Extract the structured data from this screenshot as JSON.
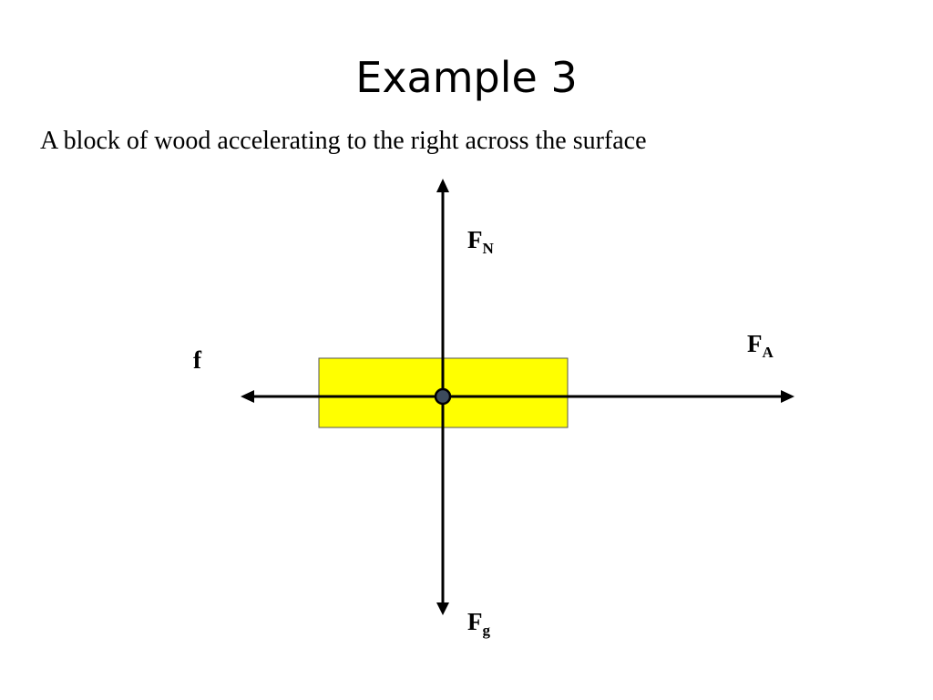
{
  "title": "Example 3",
  "subtitle": "A block of wood accelerating to the right across the surface",
  "colors": {
    "block_fill": "#ffff00",
    "block_stroke": "#555555",
    "surface": "#8a8a8a",
    "arrow": "#000000",
    "point_fill": "#3c4a5c"
  },
  "forces": {
    "normal": {
      "symbol": "F",
      "subscript": "N"
    },
    "applied": {
      "symbol": "F",
      "subscript": "A"
    },
    "friction": {
      "symbol": "f",
      "subscript": ""
    },
    "gravity": {
      "symbol": "F",
      "subscript": "g"
    }
  }
}
